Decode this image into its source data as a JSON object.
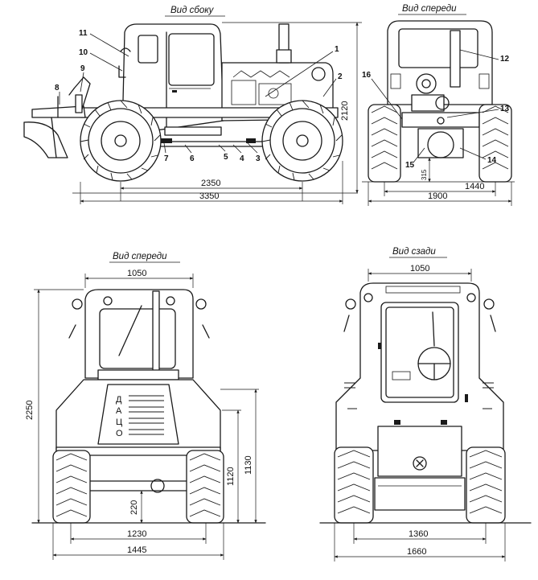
{
  "views": {
    "side": {
      "title": "Вид сбоку"
    },
    "front_small": {
      "title": "Вид спереди"
    },
    "front": {
      "title": "Вид спереди"
    },
    "rear": {
      "title": "Вид сзади"
    }
  },
  "callouts": [
    "1",
    "2",
    "3",
    "4",
    "5",
    "6",
    "7",
    "8",
    "9",
    "10",
    "11",
    "12",
    "13",
    "14",
    "15",
    "16"
  ],
  "dimensions": {
    "side_wheelbase": "2350",
    "side_length": "3350",
    "side_height": "2120",
    "fs_track": "1440",
    "fs_width": "1900",
    "fs_clearance": "315",
    "front_cab_width": "1050",
    "front_height": "2250",
    "front_hood_height_1": "1120",
    "front_hood_height_2": "1130",
    "front_clearance": "220",
    "front_track": "1230",
    "front_width": "1445",
    "rear_cab_width": "1050",
    "rear_track": "1360",
    "rear_width": "1660"
  },
  "plate_marks": [
    "Д",
    "А",
    "Ц",
    "О"
  ]
}
